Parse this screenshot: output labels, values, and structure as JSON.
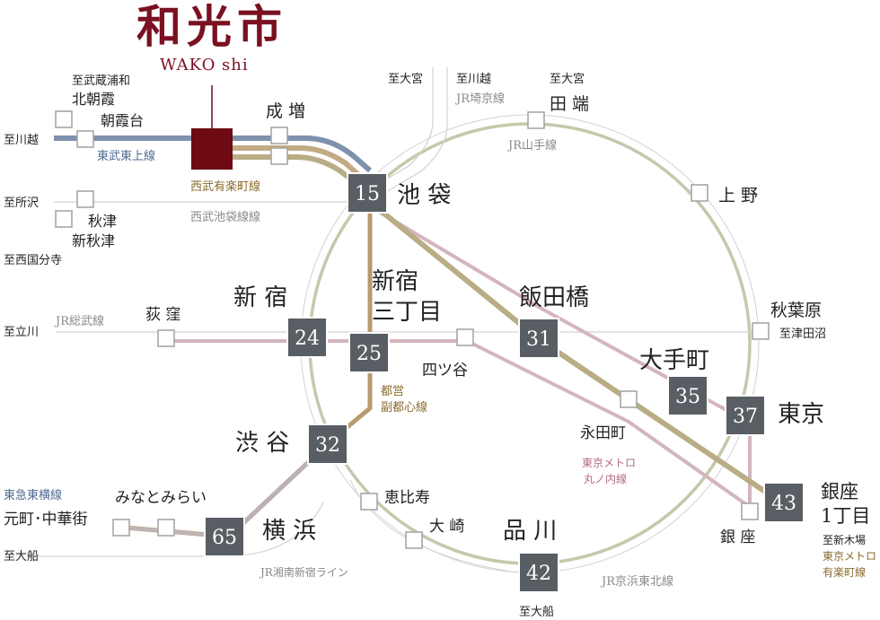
{
  "title": "和光市",
  "subtitle": "WAKO shi",
  "colors": {
    "tobu_tojo": "#7e91ad",
    "seibu_yurakucho": "#c2ab82",
    "yurakucho_metro": "#b9ad85",
    "fukutoshin": "#b89a6e",
    "marunouchi": "#d3b5bf",
    "yamanote": "#c4c9aa",
    "keihin": "#c9c9c9",
    "wako_box": "#6d0a12",
    "station_box": "#585e63",
    "brown_text": "#8a6a2c",
    "blue_text": "#4d6a94",
    "pink_text": "#b56b82",
    "gray_text": "#8a8a8a"
  },
  "labels": {
    "to_musashi_urawa": "至武蔵浦和",
    "kita_asaka": "北朝霞",
    "asakadai": "朝霞台",
    "to_kawagoe_left": "至川越",
    "tobu_tojo_line": "東武東上線",
    "narimasu": "成 増",
    "seibu_yurakucho_line": "西武有楽町線",
    "to_tokorozawa": "至所沢",
    "akitsu": "秋津",
    "shin_akitsu": "新秋津",
    "to_nishikokubunji": "至西国分寺",
    "seibu_ikebukuro_line": "西武池袋線線",
    "to_omiya_1": "至大宮",
    "to_kawagoe_top": "至川越",
    "jr_saikyo_line": "JR埼京線",
    "to_omiya_2": "至大宮",
    "tabata": "田 端",
    "jr_yamanote_line": "JR山手線",
    "ikebukuro": "池 袋",
    "ueno": "上 野",
    "shinjuku_sanchome": "新宿\n三丁目",
    "iidabashi": "飯田橋",
    "akihabara": "秋葉原",
    "to_tsudanuma": "至津田沼",
    "shinjuku": "新 宿",
    "ogikubo": "荻 窪",
    "to_tachikawa": "至立川",
    "jr_sobu_line": "JR総武線",
    "yotsuya": "四ツ谷",
    "toei_fukutoshin_line": "都営\n副都心線",
    "otemachi": "大手町",
    "tokyo": "東京",
    "nagatacho": "永田町",
    "marunouchi_line": "東京メトロ\n丸ノ内線",
    "shibuya": "渋 谷",
    "ebisu": "恵比寿",
    "osaki": "大 崎",
    "shinagawa": "品 川",
    "ginza": "銀 座",
    "ginza_itchome": "銀座\n1丁目",
    "to_shinkiba": "至新木場",
    "metro_yurakucho_line": "東京メトロ\n有楽町線",
    "tokyu_toyoko_line": "東急東横線",
    "motomachi_chukagai": "元町･中華街",
    "minatomirai": "みなとみらい",
    "yokohama": "横 浜",
    "to_ofuna_left": "至大船",
    "jr_shonan_shinjuku_line": "JR湘南新宿ライン",
    "jr_keihin_tohoku_line": "JR京浜東北線",
    "to_ofuna_bottom": "至大船"
  },
  "travel_times": {
    "ikebukuro": "15",
    "shinjuku": "24",
    "shinjuku_sanchome": "25",
    "iidabashi": "31",
    "otemachi": "35",
    "tokyo": "37",
    "shibuya": "32",
    "ginza_itchome": "43",
    "yokohama": "65",
    "shinagawa": "42"
  }
}
